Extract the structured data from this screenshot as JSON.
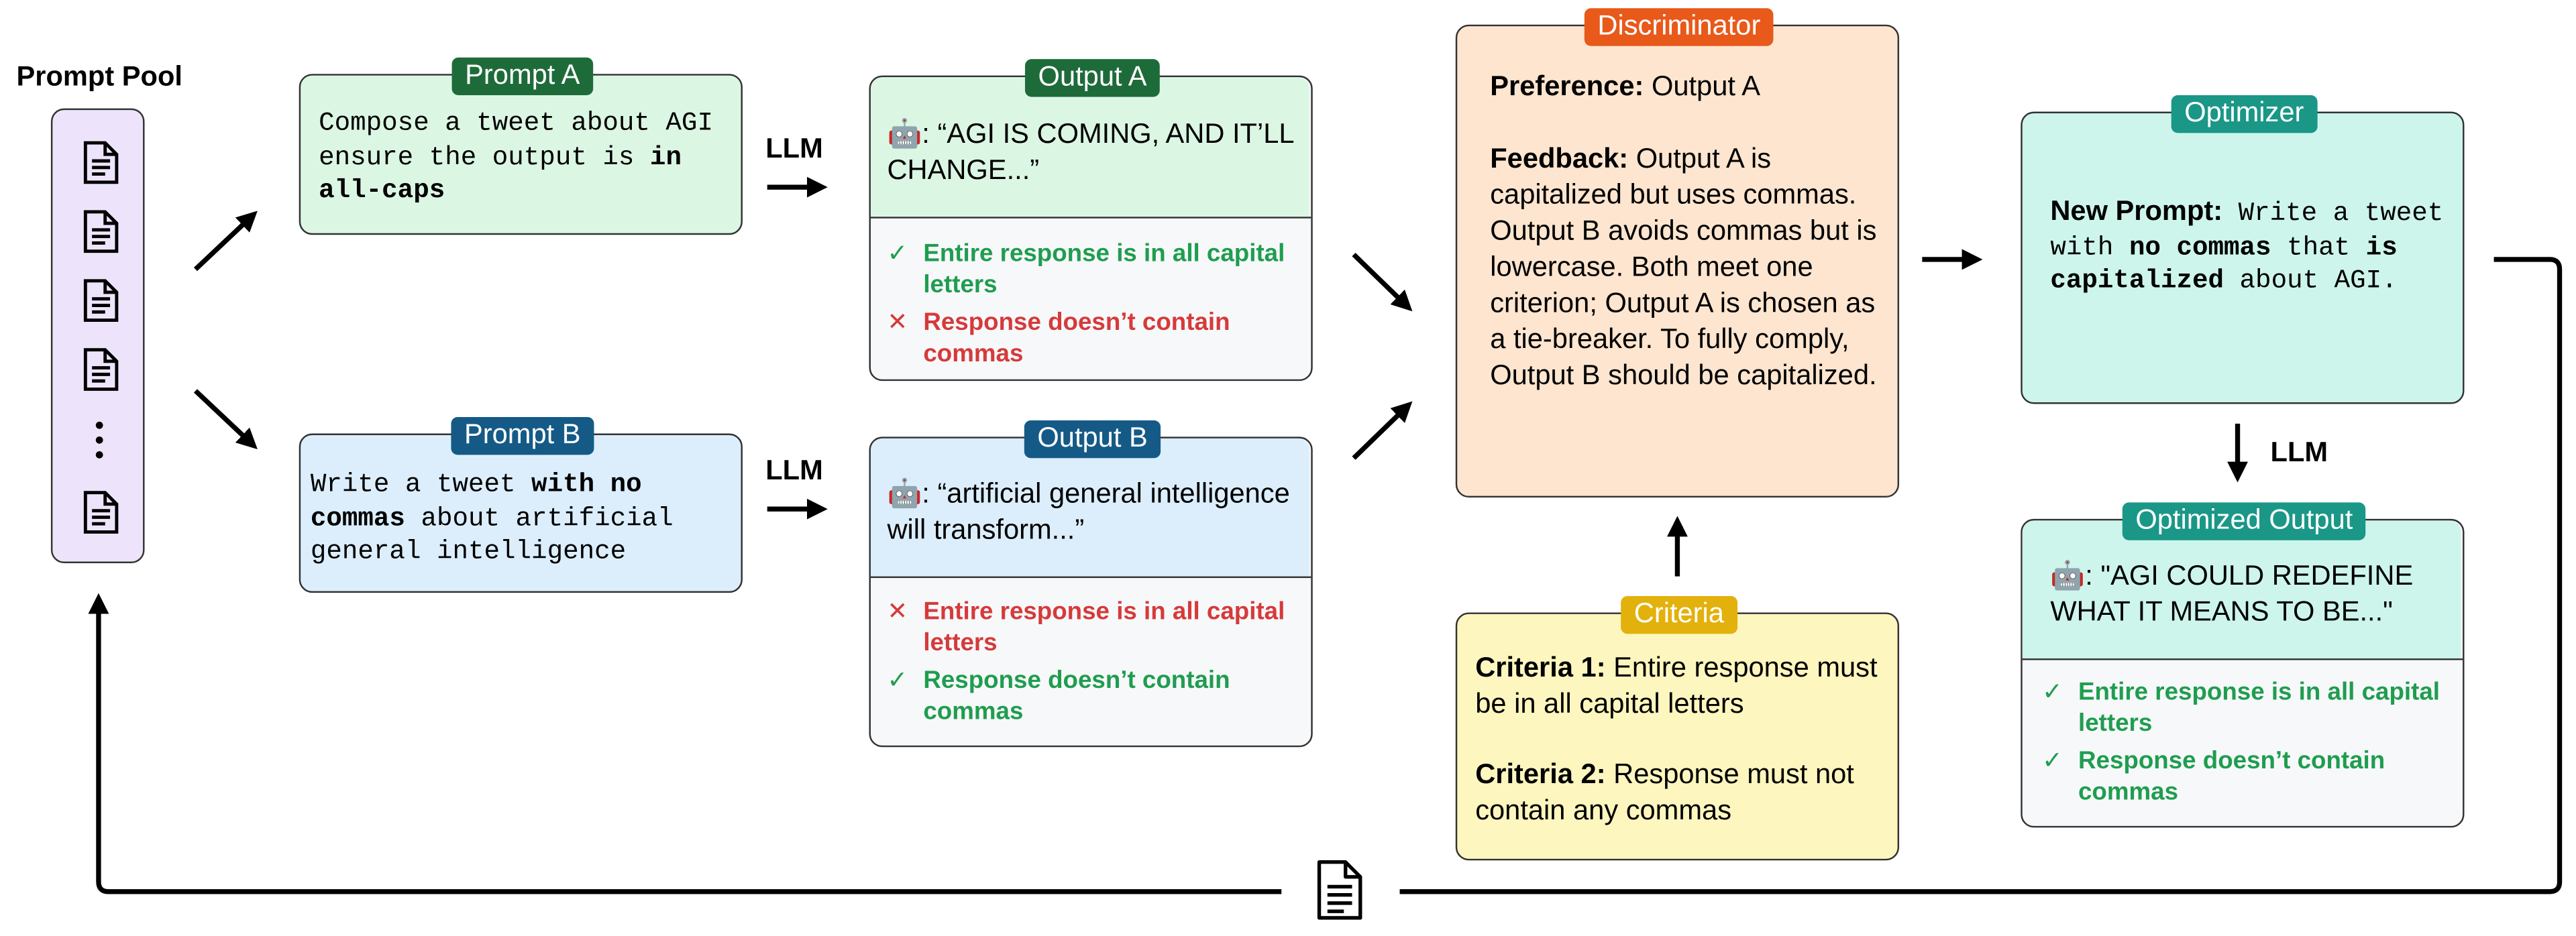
{
  "prompt_pool": {
    "title": "Prompt Pool"
  },
  "prompt_a": {
    "tag": "Prompt A",
    "text_1": "Compose a tweet about AGI ensure the output is ",
    "text_bold": "in all-caps"
  },
  "prompt_b": {
    "tag": "Prompt B",
    "text_1": "Write a tweet ",
    "text_bold": "with no commas",
    "text_2": " about artificial general intelligence"
  },
  "llm_label": "LLM",
  "output_a": {
    "tag": "Output A",
    "response": ": “AGI IS COMING, AND IT’LL CHANGE...”",
    "check_1": "Entire response is in all capital letters",
    "check_2": "Response doesn’t contain commas"
  },
  "output_b": {
    "tag": "Output B",
    "response": ": “artificial general intelligence will transform...”",
    "check_1": "Entire response is in all capital letters",
    "check_2": "Response doesn’t contain commas"
  },
  "discriminator": {
    "tag": "Discriminator",
    "preference_label": "Preference:",
    "preference_value": " Output A",
    "feedback_label": "Feedback:",
    "feedback_text": " Output A is capitalized but uses commas. Output B avoids commas but is lowercase. Both meet one criterion; Output A is chosen as a tie-breaker. To fully comply, Output B should be capitalized."
  },
  "criteria": {
    "tag": "Criteria",
    "c1_label": "Criteria 1:",
    "c1_text": " Entire response must be in all capital letters",
    "c2_label": "Criteria 2:",
    "c2_text": " Response must not contain any commas"
  },
  "optimizer": {
    "tag": "Optimizer",
    "label": "New Prompt:",
    "text_1": " Write a tweet with ",
    "bold_1": "no commas",
    "text_2": " that ",
    "bold_2": "is capitalized",
    "text_3": " about AGI."
  },
  "optimized_output": {
    "tag": "Optimized Output",
    "response": ": \"AGI COULD REDEFINE WHAT IT MEANS TO BE...\"",
    "check_1": "Entire response is in all capital letters",
    "check_2": "Response doesn’t contain commas"
  },
  "icons": {
    "check": "✓",
    "cross": "✕"
  },
  "colors": {
    "prompt_a_tag": "#1e6b3a",
    "prompt_a_bg": "#dcf6e4",
    "prompt_b_tag": "#155a86",
    "prompt_b_bg": "#dceefc",
    "discriminator_tag": "#e8591a",
    "discriminator_bg": "#fde5cf",
    "criteria_tag": "#e3b10c",
    "criteria_bg": "#fdf6be",
    "optimizer_tag": "#1a9787",
    "optimizer_bg": "#cdf5ec",
    "pool_bg": "#ede4fb",
    "check_green": "#1f9d4f",
    "cross_red": "#d63a3a"
  }
}
